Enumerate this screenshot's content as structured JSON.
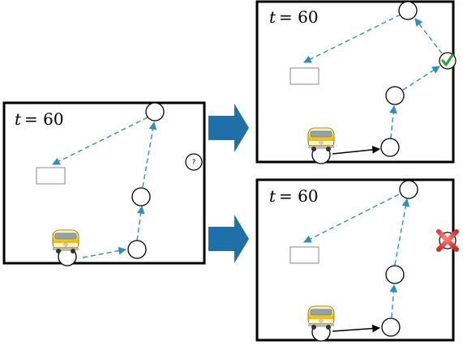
{
  "panels": {
    "left": {
      "time_var": "t",
      "time_value": "= 60",
      "uncertain_symbol": "?"
    },
    "top_right": {
      "time_var": "t",
      "time_value": "= 60",
      "outcome": "success-check"
    },
    "bottom_right": {
      "time_var": "t",
      "time_value": "= 60",
      "outcome": "failure-cross"
    }
  },
  "colors": {
    "plan_path": "#2f8fc0",
    "branch_arrow": "#1f6fa8",
    "check": "#2ea53a",
    "cross": "#e53935",
    "van_body": "#f2c318"
  }
}
